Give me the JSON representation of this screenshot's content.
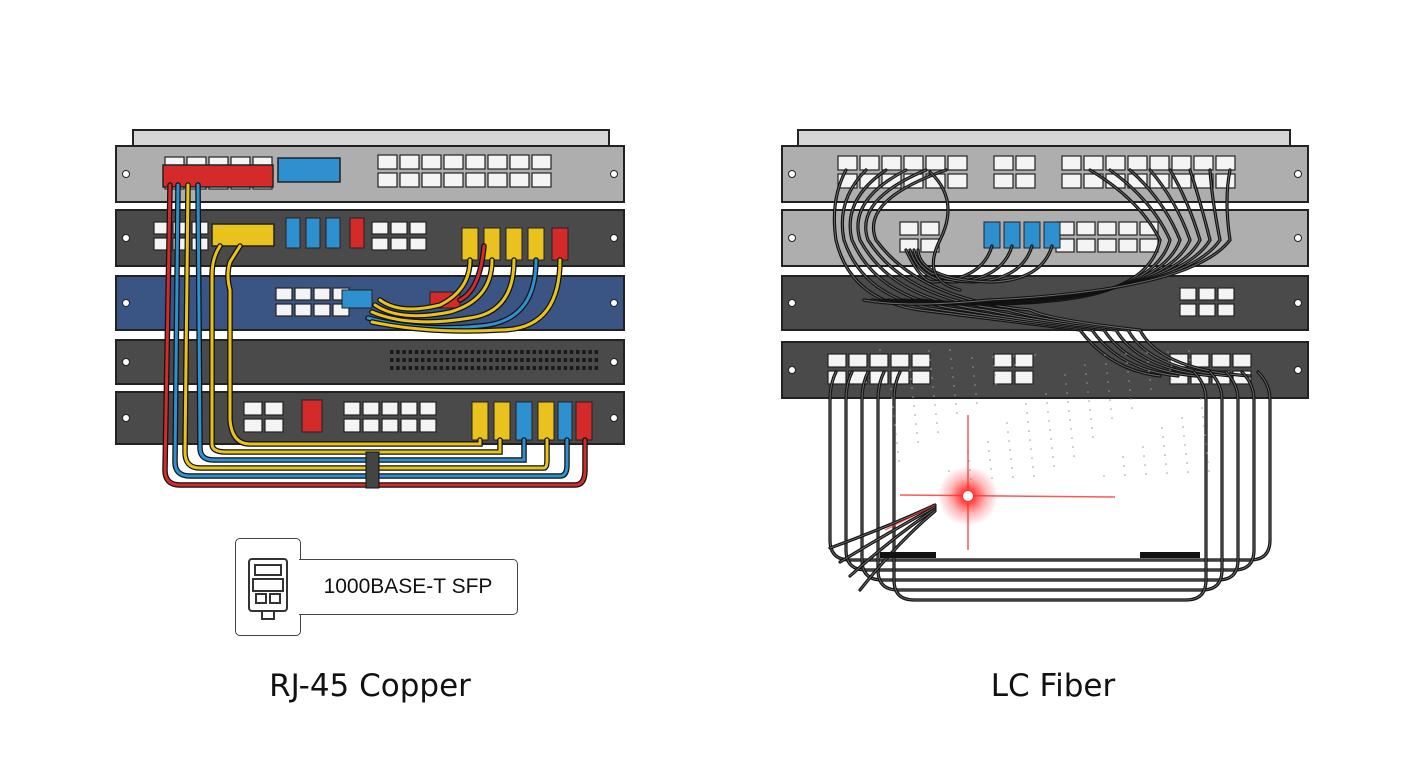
{
  "panels": {
    "left": {
      "title": "RJ-45 Copper"
    },
    "right": {
      "title": "LC Fiber"
    }
  },
  "callout": {
    "label": "1000BASE-T SFP",
    "icon": "sfp-module-icon"
  },
  "colors": {
    "red": "#d42a2a",
    "blue": "#2f90cf",
    "yellow": "#e9c21e",
    "fiber": "#1a1a1a",
    "laser": "#ff1e1e",
    "rack_gray": "#aeaeae",
    "rack_dark": "#4a4a4a",
    "rack_blue": "#3a5583"
  }
}
